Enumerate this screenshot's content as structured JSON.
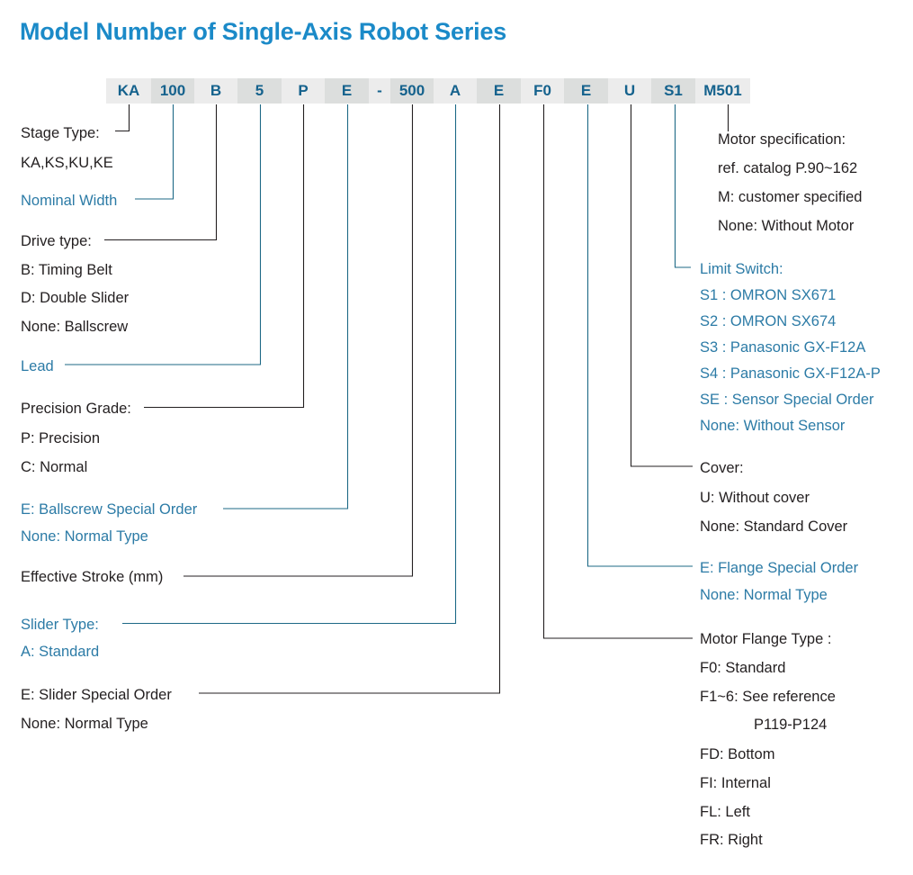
{
  "title": "Model Number of Single-Axis Robot Series",
  "colors": {
    "title_blue": "#1b8ac8",
    "code_text_blue": "#15628d",
    "label_blue": "#2c7ba6",
    "label_dark": "#231f20",
    "leader_blue": "#1d6986",
    "leader_dark": "#231f20",
    "box_shade_light": "#ececec",
    "box_shade_dark": "#dcdedd"
  },
  "code_boxes": [
    {
      "text": "KA",
      "shade": "light"
    },
    {
      "text": "100",
      "shade": "dark"
    },
    {
      "text": "B",
      "shade": "light"
    },
    {
      "text": "5",
      "shade": "dark"
    },
    {
      "text": "P",
      "shade": "light"
    },
    {
      "text": "E",
      "shade": "dark"
    },
    {
      "text": "-",
      "shade": "light"
    },
    {
      "text": "500",
      "shade": "dark"
    },
    {
      "text": "A",
      "shade": "light"
    },
    {
      "text": "E",
      "shade": "dark"
    },
    {
      "text": "F0",
      "shade": "light"
    },
    {
      "text": "E",
      "shade": "dark"
    },
    {
      "text": "U",
      "shade": "light"
    },
    {
      "text": "S1",
      "shade": "dark"
    },
    {
      "text": "M501",
      "shade": "light"
    }
  ],
  "left_labels": {
    "stage_type": {
      "heading": "Stage Type:",
      "lines": [
        "KA,KS,KU,KE"
      ]
    },
    "nominal_width": {
      "heading": "Nominal Width",
      "lines": []
    },
    "drive_type": {
      "heading": "Drive type:",
      "lines": [
        "B: Timing Belt",
        "D: Double Slider",
        "None: Ballscrew"
      ]
    },
    "lead": {
      "heading": "Lead",
      "lines": []
    },
    "precision_grade": {
      "heading": "Precision Grade:",
      "lines": [
        "P: Precision",
        "C: Normal"
      ]
    },
    "ballscrew_special": {
      "heading": "E: Ballscrew Special Order",
      "lines": [
        "None: Normal Type"
      ]
    },
    "effective_stroke": {
      "heading": "Effective Stroke (mm)",
      "lines": []
    },
    "slider_type": {
      "heading": "Slider Type:",
      "lines": [
        "A: Standard"
      ]
    },
    "slider_special": {
      "heading": "E: Slider Special Order",
      "lines": [
        "None: Normal Type"
      ]
    }
  },
  "right_labels": {
    "motor_spec": {
      "heading": "Motor specification:",
      "lines": [
        "ref. catalog P.90~162",
        "M: customer specified",
        "None: Without Motor"
      ]
    },
    "limit_switch": {
      "heading": "Limit Switch:",
      "lines": [
        "S1 :  OMRON SX671",
        "S2 :  OMRON SX674",
        "S3 :  Panasonic GX-F12A",
        "S4 :  Panasonic GX-F12A-P",
        "SE :  Sensor Special Order",
        "None: Without Sensor"
      ]
    },
    "cover": {
      "heading": "Cover:",
      "lines": [
        "U: Without cover",
        "None: Standard Cover"
      ]
    },
    "flange_special": {
      "heading": "E: Flange Special Order",
      "lines": [
        "None: Normal Type"
      ]
    },
    "motor_flange_type": {
      "heading": "Motor Flange Type :",
      "lines": [
        "F0: Standard",
        "F1~6: See reference",
        "P119-P124",
        "FD: Bottom",
        "FI: Internal",
        "FL: Left",
        "FR: Right"
      ]
    }
  }
}
